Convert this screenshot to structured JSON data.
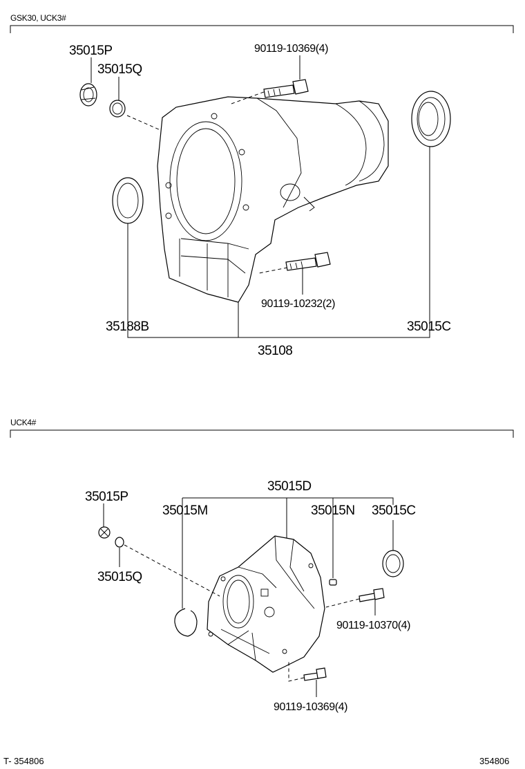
{
  "sections": [
    {
      "heading": "GSK30, UCK3#",
      "parts": {
        "drain_plug": "35015P",
        "gasket": "35015Q",
        "bolt_top": "90119-10369(4)",
        "bolt_bottom": "90119-10232(2)",
        "seal_left": "35188B",
        "seal_right": "35015C",
        "housing": "35108"
      }
    },
    {
      "heading": "UCK4#",
      "parts": {
        "drain_plug": "35015P",
        "gasket": "35015Q",
        "snap_ring": "35015M",
        "housing": "35015D",
        "pin": "35015N",
        "seal": "35015C",
        "bolt_right": "90119-10370(4)",
        "bolt_bottom": "90119-10369(4)"
      }
    }
  ],
  "footer": {
    "left_code": "T- 354806",
    "right_code": "354806"
  }
}
